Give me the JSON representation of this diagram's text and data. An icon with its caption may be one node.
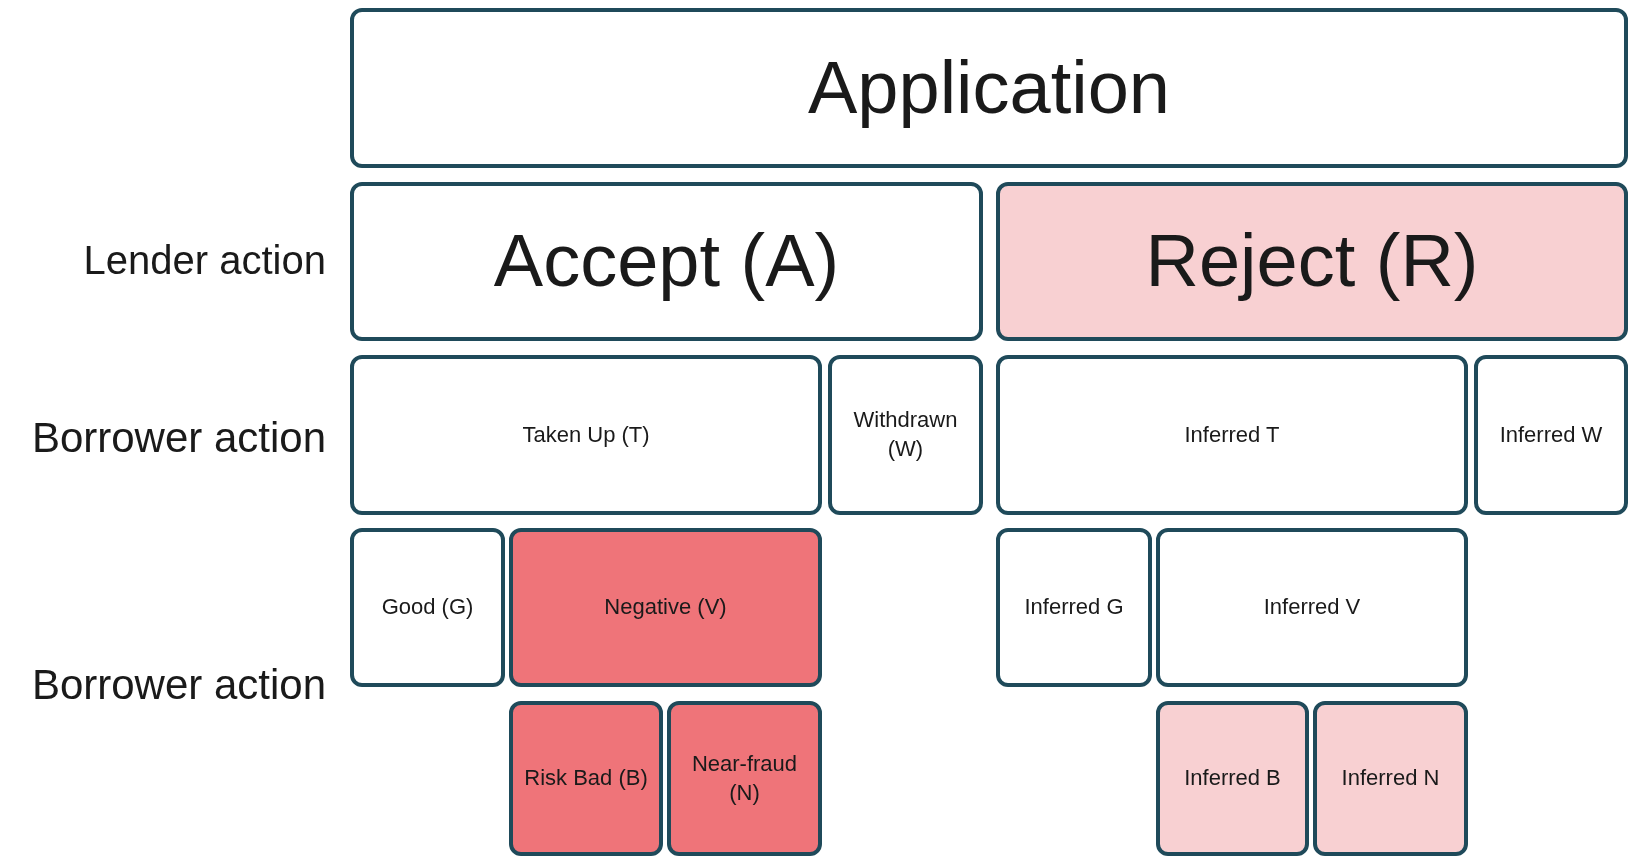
{
  "diagram": {
    "nodes": [
      {
        "text": [
          "Application"
        ]
      },
      {
        "text": [
          "Accept (A)"
        ]
      },
      {
        "text": [
          "Reject (R)"
        ]
      },
      {
        "text": [
          "Taken Up (T)"
        ]
      },
      {
        "text": [
          "Withdrawn (W)"
        ]
      },
      {
        "text": [
          "Inferred T"
        ]
      },
      {
        "text": [
          "Inferred W"
        ]
      },
      {
        "text": [
          "Good (G)"
        ]
      },
      {
        "text": [
          "Negative (V)"
        ]
      },
      {
        "text": [
          "Inferred G"
        ]
      },
      {
        "text": [
          "Inferred V"
        ]
      },
      {
        "text": [
          "Risk Bad (B)"
        ]
      },
      {
        "text": [
          "Near-fraud (N)"
        ]
      },
      {
        "text": [
          "Inferred B"
        ]
      },
      {
        "text": [
          "Inferred N"
        ]
      }
    ],
    "labels": [
      "Lender action",
      "Borrower action",
      "Borrower action"
    ]
  }
}
